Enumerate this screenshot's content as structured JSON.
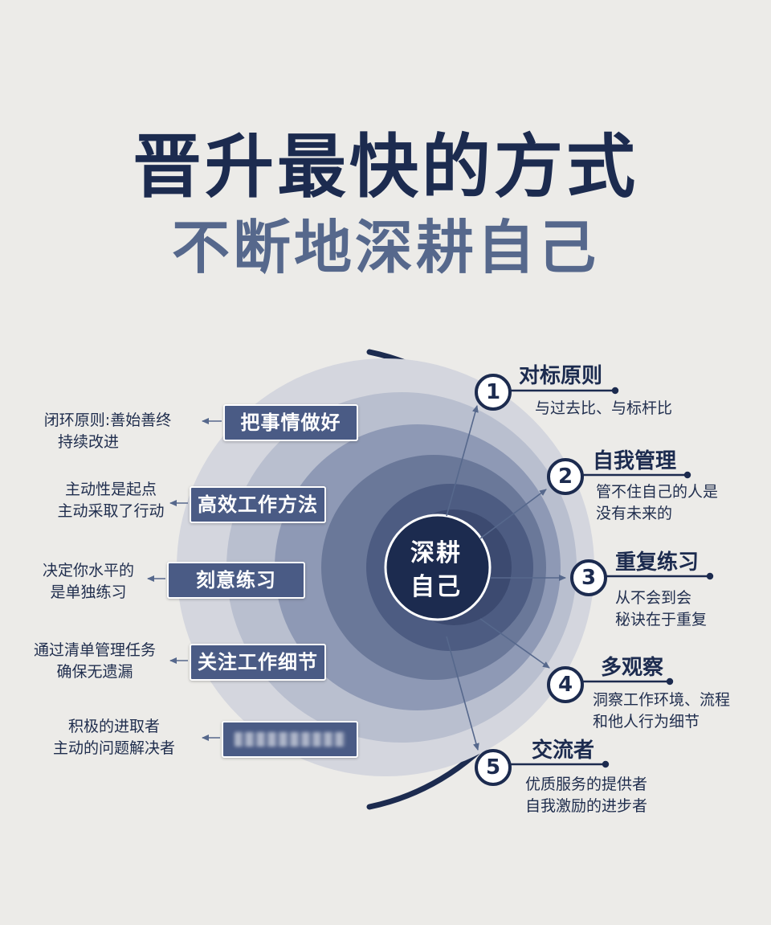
{
  "title": {
    "line1": "晋升最快的方式",
    "line2": "不断地深耕自己"
  },
  "center": {
    "line1": "深耕",
    "line2": "自己"
  },
  "left_items": [
    {
      "pill": "把事情做好",
      "desc": [
        "闭环原则:善始善终",
        "持续改进"
      ]
    },
    {
      "pill": "高效工作方法",
      "desc": [
        "主动性是起点",
        "主动采取了行动"
      ]
    },
    {
      "pill": "刻意练习",
      "desc": [
        "决定你水平的",
        "是单独练习"
      ]
    },
    {
      "pill": "关注工作细节",
      "desc": [
        "通过清单管理任务",
        "确保无遗漏"
      ]
    },
    {
      "pill": "",
      "desc": [
        "积极的进取者",
        "主动的问题解决者"
      ]
    }
  ],
  "right_items": [
    {
      "number": "1",
      "title": "对标原则",
      "desc": [
        "与过去比、与标杆比"
      ]
    },
    {
      "number": "2",
      "title": "自我管理",
      "desc": [
        "管不住自己的人是",
        "没有未来的"
      ]
    },
    {
      "number": "3",
      "title": "重复练习",
      "desc": [
        "从不会到会",
        "秘诀在于重复"
      ]
    },
    {
      "number": "4",
      "title": "多观察",
      "desc": [
        "洞察工作环境、流程",
        "和他人行为细节"
      ]
    },
    {
      "number": "5",
      "title": "交流者",
      "desc": [
        "优质服务的提供者",
        "自我激励的进步者"
      ]
    }
  ],
  "colors": {
    "navy": "#1c2b4f",
    "slate": "#4a5b85",
    "background": "#ecebe8"
  }
}
